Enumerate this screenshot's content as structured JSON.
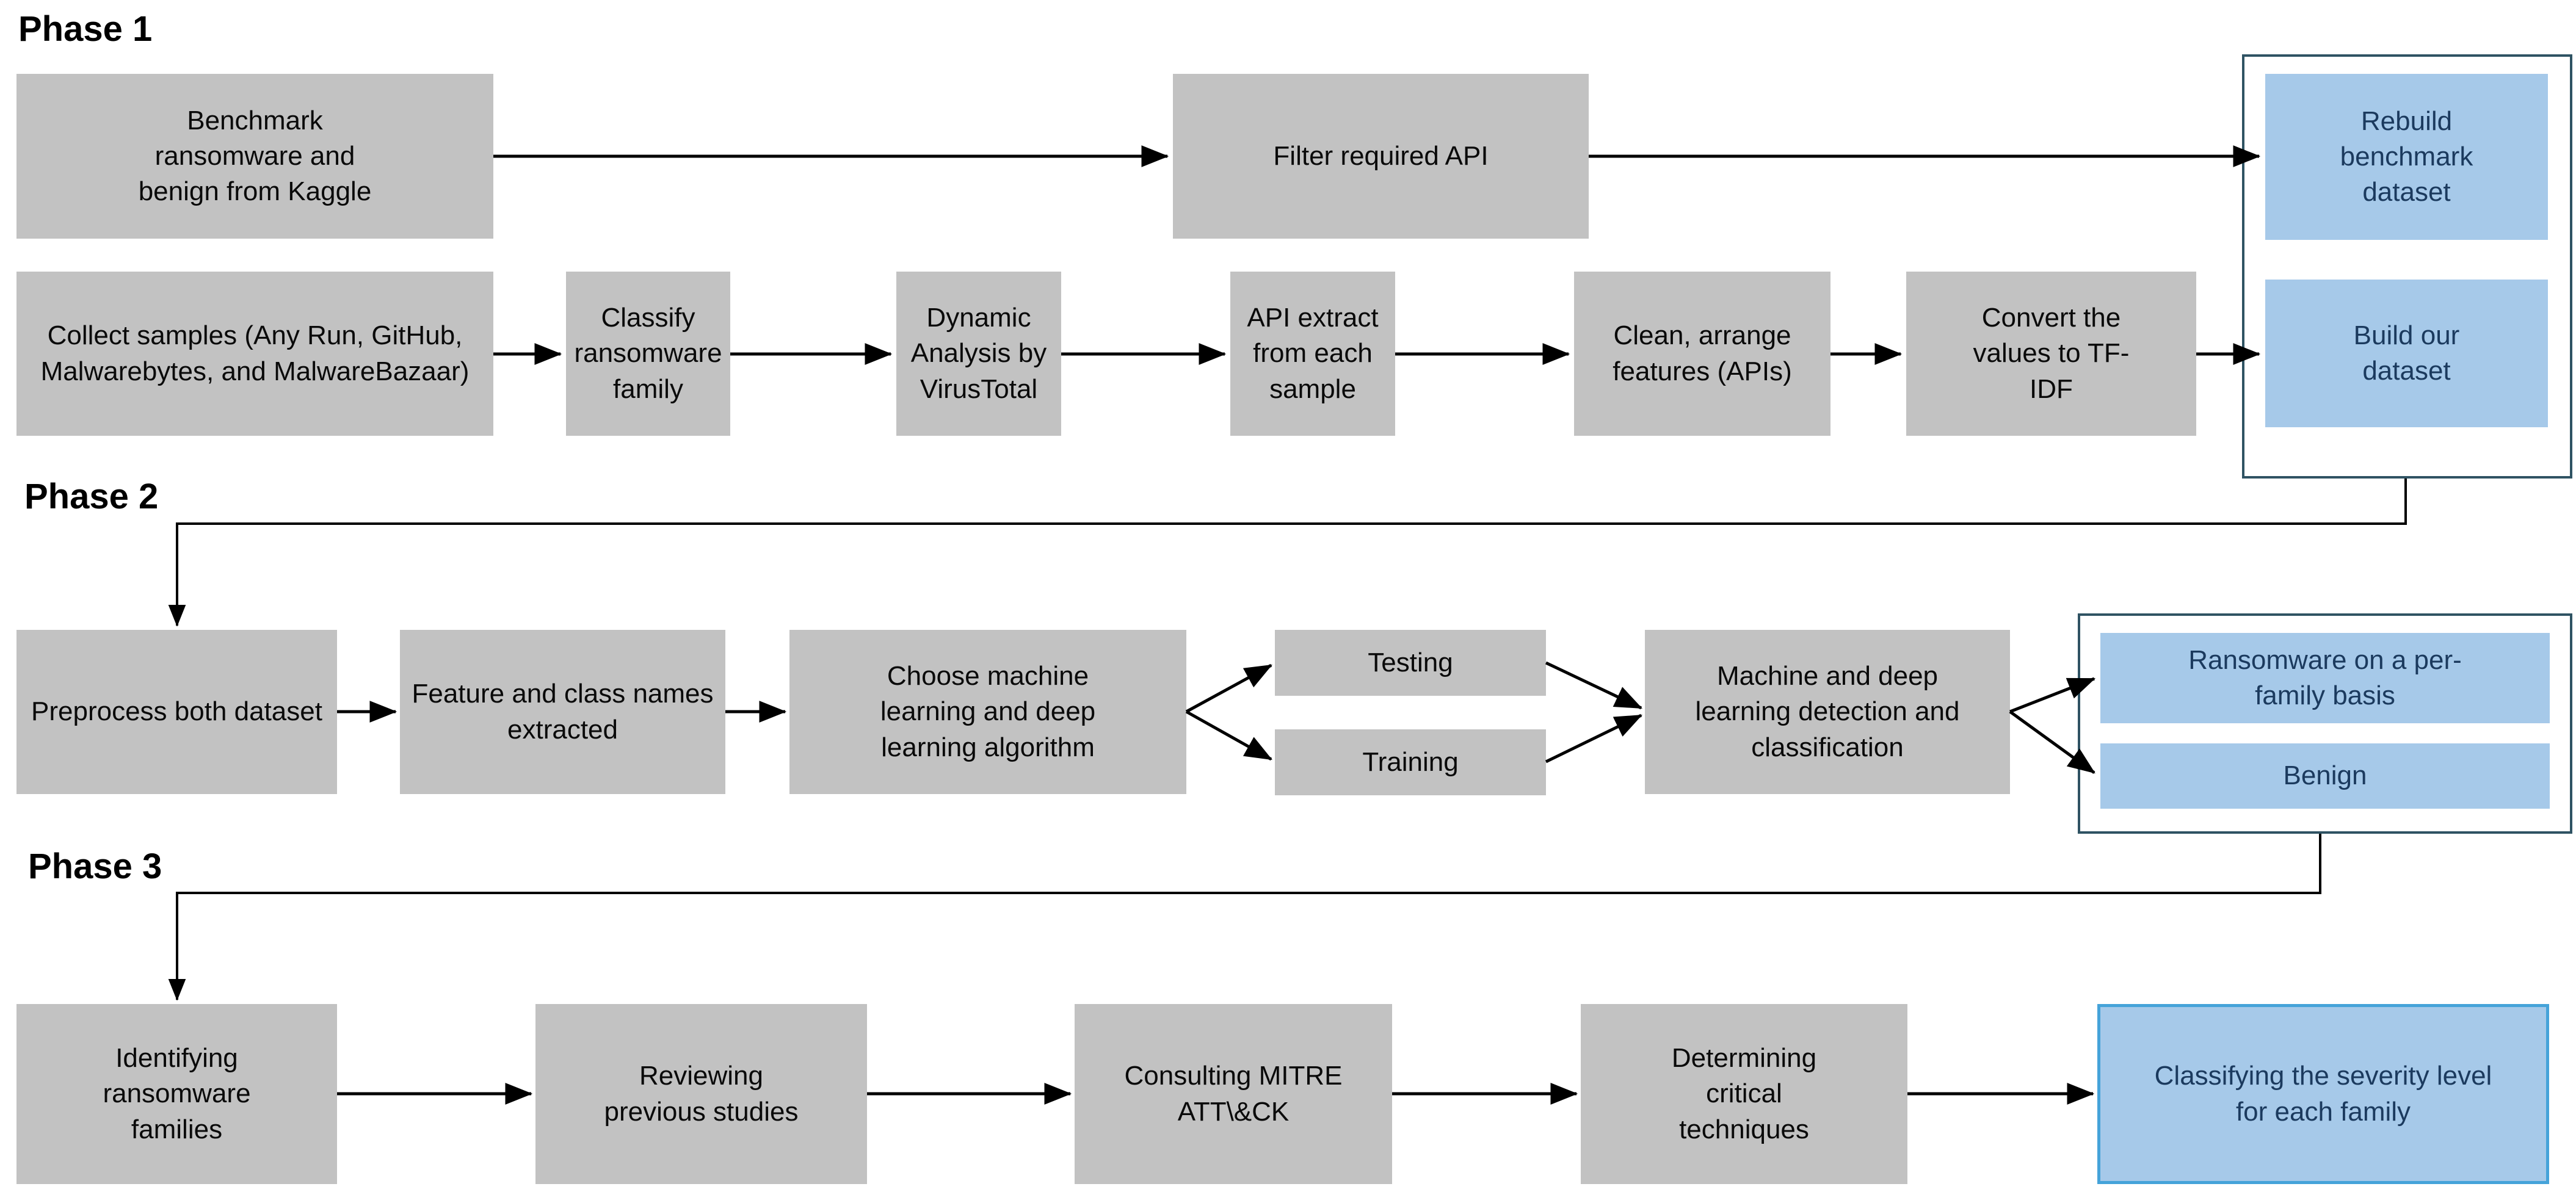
{
  "phases": {
    "phase1": {
      "label": "Phase 1"
    },
    "phase2": {
      "label": "Phase 2"
    },
    "phase3": {
      "label": "Phase 3"
    }
  },
  "nodes": {
    "benchmark": "Benchmark ransomware and benign from Kaggle",
    "filter_api": "Filter required API",
    "rebuild": "Rebuild benchmark dataset",
    "collect": "Collect samples (Any Run, GitHub, Malwarebytes, and MalwareBazaar)",
    "classify_family": "Classify ransomware family",
    "dynamic_analysis": "Dynamic Analysis by VirusTotal",
    "api_extract": "API extract from each sample",
    "clean_arrange": "Clean, arrange features (APIs)",
    "convert_tfidf": "Convert the values to TF-IDF",
    "build_dataset": "Build our dataset",
    "preprocess": "Preprocess both dataset",
    "feature_class": "Feature and class names extracted",
    "choose_ml": "Choose machine learning and deep learning algorithm",
    "testing": "Testing",
    "training": "Training",
    "ml_detection": "Machine and deep learning  detection and classification",
    "ransomware_family": "Ransomware on a per-family basis",
    "benign": "Benign",
    "identify_families": "Identifying ransomware families",
    "review_studies": "Reviewing previous studies",
    "consult_mitre": "Consulting MITRE ATT\\&CK",
    "determine_critical": "Determining critical techniques",
    "classify_severity": "Classifying the severity level for each family"
  },
  "colors": {
    "box_gray": "#c2c2c2",
    "box_blue": "#a6c9e9",
    "blue_text": "#1b3a5e",
    "container_border": "#2f5363",
    "final_border": "#45a3d9",
    "line": "#000000",
    "background": "#ffffff",
    "text": "#0a0a0a"
  }
}
